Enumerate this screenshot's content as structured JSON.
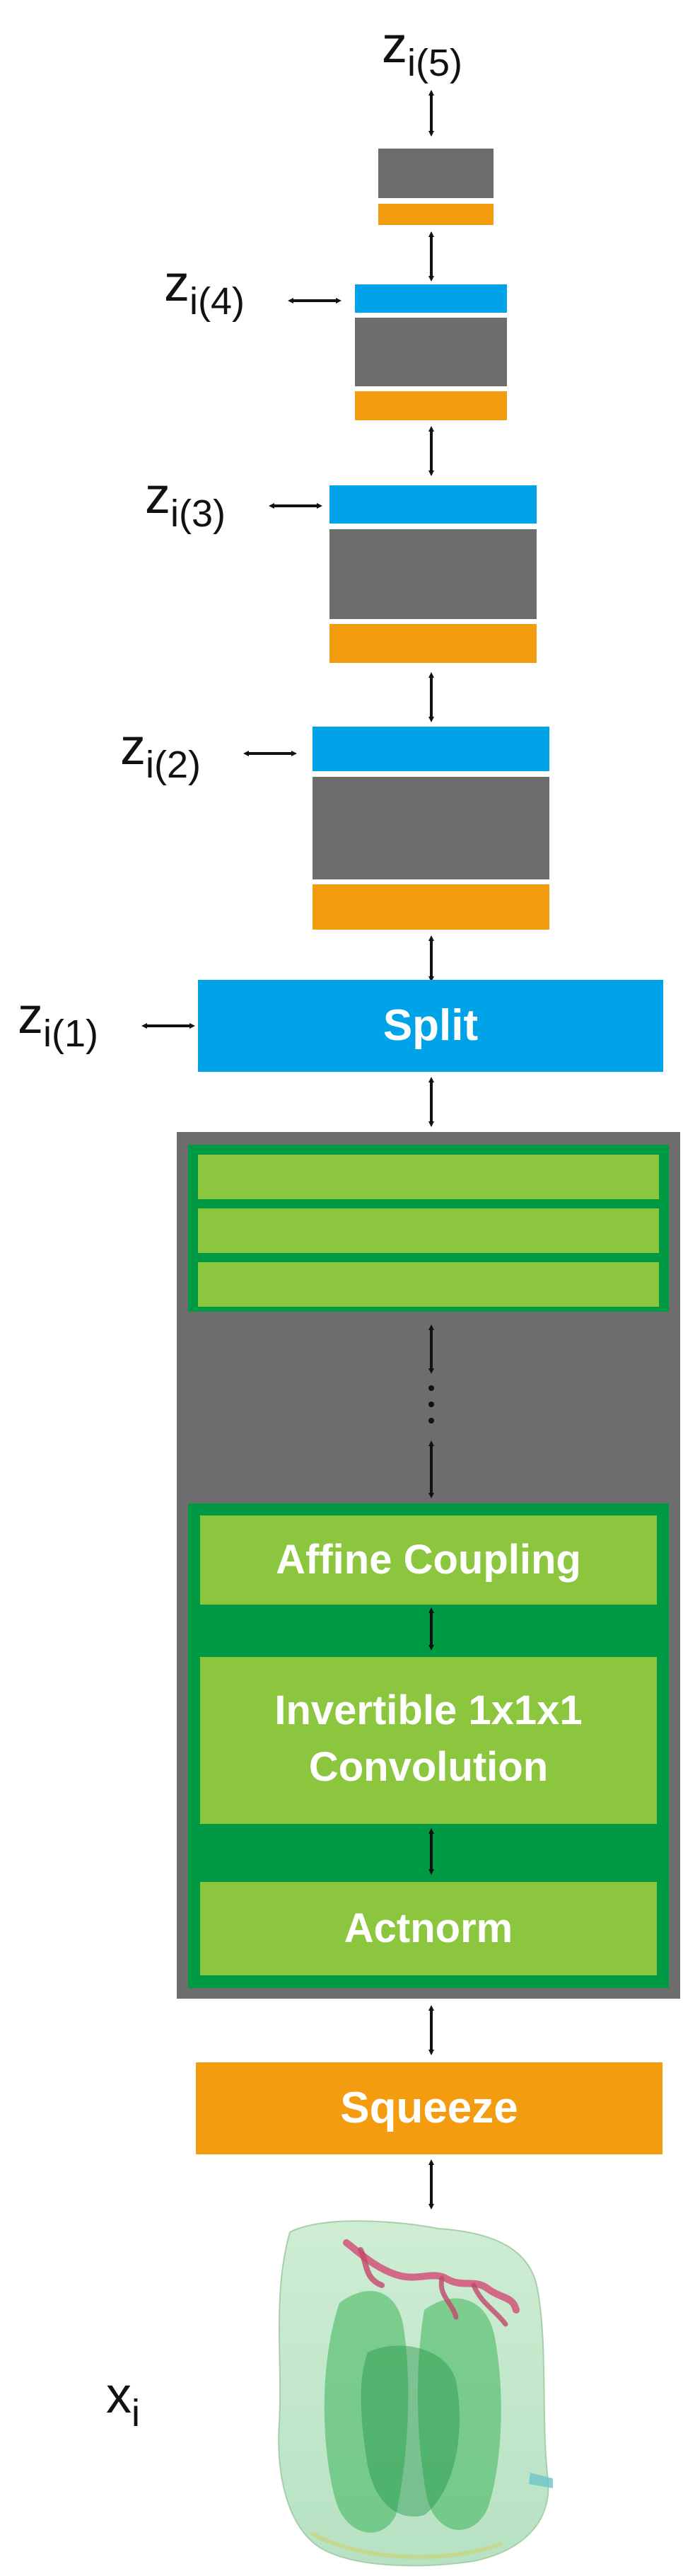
{
  "labels": {
    "z5": {
      "base": "z",
      "sub": "i(5)"
    },
    "z4": {
      "base": "z",
      "sub": "i(4)"
    },
    "z3": {
      "base": "z",
      "sub": "i(3)"
    },
    "z2": {
      "base": "z",
      "sub": "i(2)"
    },
    "z1": {
      "base": "z",
      "sub": "i(1)"
    },
    "x": {
      "base": "x",
      "sub": "i"
    }
  },
  "blocks": {
    "split": "Split",
    "affine": "Affine Coupling",
    "conv_line1": "Invertible 1x1x1",
    "conv_line2": "Convolution",
    "actnorm": "Actnorm",
    "squeeze": "Squeeze"
  },
  "colors": {
    "split_blue": "#00a2e8",
    "grey": "#6d6d6d",
    "squeeze_orange": "#f39c0f",
    "light_green": "#8cc63f",
    "dark_green": "#009a44"
  }
}
